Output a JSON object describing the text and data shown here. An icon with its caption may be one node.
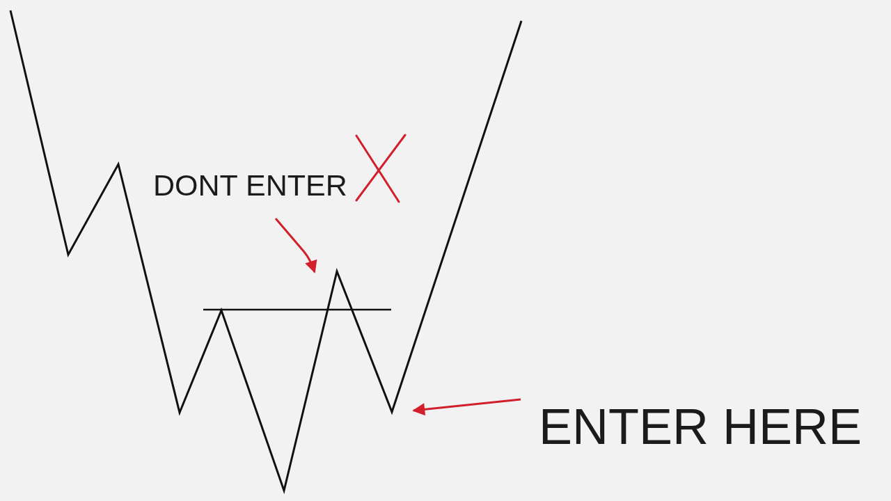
{
  "diagram": {
    "nodes": [
      {
        "text": [
          "DONT ENTER"
        ]
      },
      {
        "text": [
          "ENTER HERE"
        ]
      }
    ],
    "edges": [
      {
        "from": 0,
        "to": null,
        "arrow": "to"
      },
      {
        "from": 1,
        "to": null,
        "arrow": "to"
      }
    ]
  }
}
